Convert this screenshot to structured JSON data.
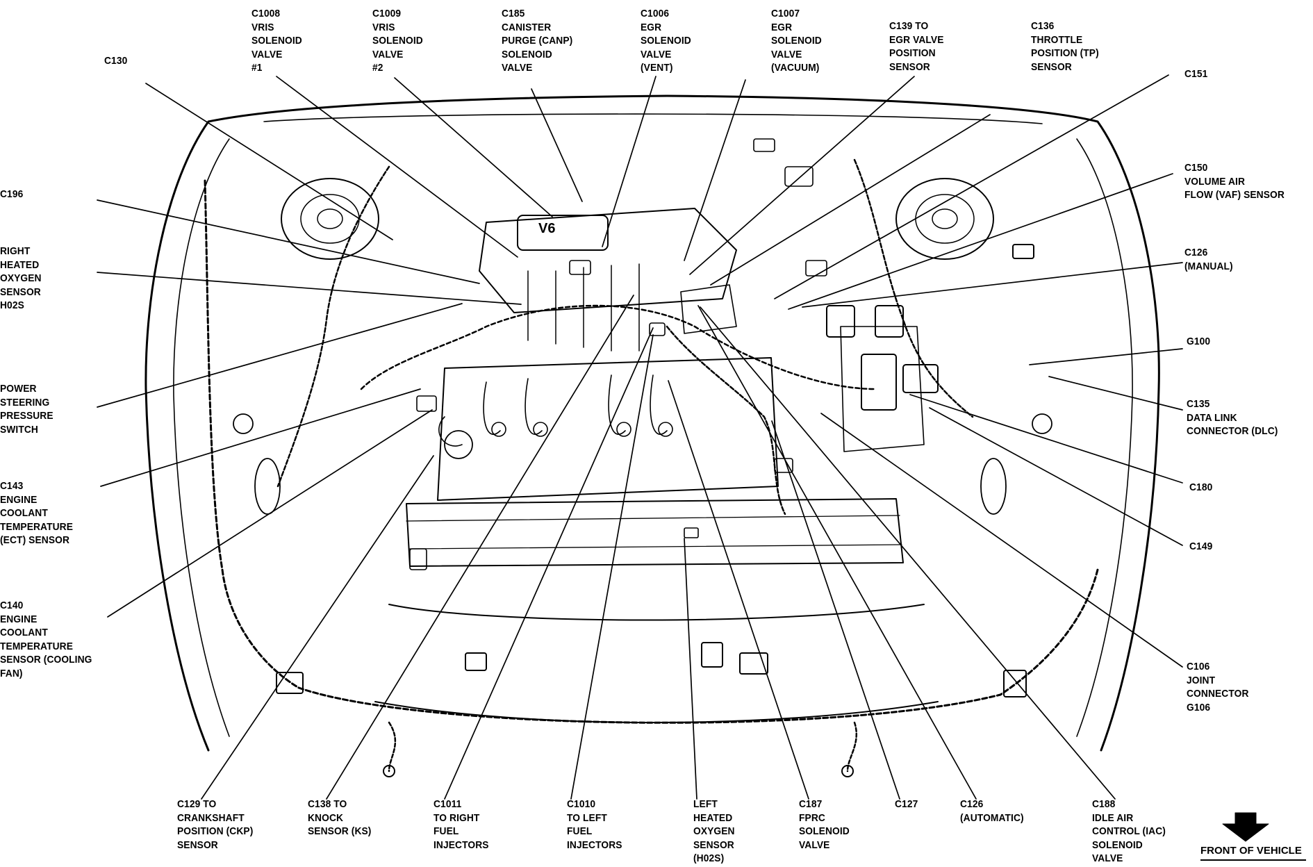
{
  "labels": [
    {
      "id": "c1008",
      "text": "C1008\nVRIS\nSOLENOID\nVALVE\n#1"
    },
    {
      "id": "c1009",
      "text": "C1009\nVRIS\nSOLENOID\nVALVE\n#2"
    },
    {
      "id": "c185",
      "text": "C185\nCANISTER\nPURGE (CANP)\nSOLENOID\nVALVE"
    },
    {
      "id": "c1006",
      "text": "C1006\nEGR\nSOLENOID\nVALVE\n(VENT)"
    },
    {
      "id": "c1007",
      "text": "C1007\nEGR\nSOLENOID\nVALVE\n(VACUUM)"
    },
    {
      "id": "c139",
      "text": "C139 TO\nEGR VALVE\nPOSITION\nSENSOR"
    },
    {
      "id": "c136",
      "text": "C136\nTHROTTLE\nPOSITION (TP)\nSENSOR"
    },
    {
      "id": "c130",
      "text": "C130"
    },
    {
      "id": "c151",
      "text": "C151"
    },
    {
      "id": "c196",
      "text": "C196"
    },
    {
      "id": "c150",
      "text": "C150\nVOLUME AIR\nFLOW (VAF) SENSOR"
    },
    {
      "id": "rho2s",
      "text": "RIGHT\nHEATED\nOXYGEN\nSENSOR\nH02S"
    },
    {
      "id": "c126m",
      "text": "C126\n(MANUAL)"
    },
    {
      "id": "g100",
      "text": "G100"
    },
    {
      "id": "psps",
      "text": "POWER\nSTEERING\nPRESSURE\nSWITCH"
    },
    {
      "id": "c135",
      "text": "C135\nDATA LINK\nCONNECTOR (DLC)"
    },
    {
      "id": "c143",
      "text": "C143\nENGINE\nCOOLANT\nTEMPERATURE\n(ECT) SENSOR"
    },
    {
      "id": "c180",
      "text": "C180"
    },
    {
      "id": "c149",
      "text": "C149"
    },
    {
      "id": "c140",
      "text": "C140\nENGINE\nCOOLANT\nTEMPERATURE\nSENSOR (COOLING\nFAN)"
    },
    {
      "id": "c106",
      "text": "C106\nJOINT\nCONNECTOR\nG106"
    },
    {
      "id": "c129",
      "text": "C129 TO\nCRANKSHAFT\nPOSITION (CKP)\nSENSOR"
    },
    {
      "id": "c138",
      "text": "C138 TO\nKNOCK\nSENSOR (KS)"
    },
    {
      "id": "c1011",
      "text": "C1011\nTO RIGHT\nFUEL\nINJECTORS"
    },
    {
      "id": "c1010",
      "text": "C1010\nTO LEFT\nFUEL\nINJECTORS"
    },
    {
      "id": "lho2s",
      "text": "LEFT\nHEATED\nOXYGEN\nSENSOR\n(H02S)"
    },
    {
      "id": "c187",
      "text": "C187\nFPRC\nSOLENOID\nVALVE"
    },
    {
      "id": "c127",
      "text": "C127"
    },
    {
      "id": "c126a",
      "text": "C126\n(AUTOMATIC)"
    },
    {
      "id": "c188",
      "text": "C188\nIDLE AIR\nCONTROL (IAC)\nSOLENOID\nVALVE"
    }
  ],
  "engine_badge": "V6",
  "front_of_vehicle": "FRONT OF VEHICLE"
}
